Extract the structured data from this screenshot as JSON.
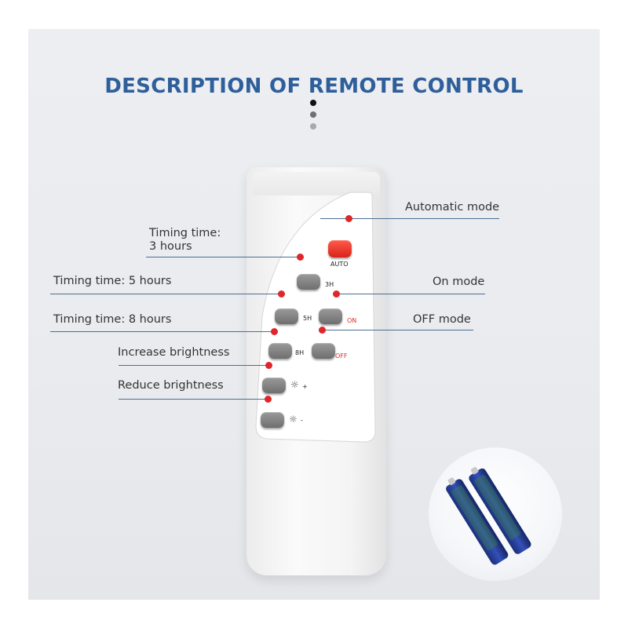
{
  "title": "DESCRIPTION OF REMOTE CONTROL",
  "pager_dots": [
    "#111111",
    "#707070",
    "#a8a8a8"
  ],
  "colors": {
    "title": "#2f5f9a",
    "marker": "#e0262a",
    "leader_line": "#4a6f93",
    "auto_button": "#e8352a"
  },
  "remote_labels": {
    "auto": "AUTO",
    "h3": "3H",
    "h5": "5H",
    "h8": "8H",
    "on": "ON",
    "off": "OFF",
    "bright_up": "+",
    "bright_down": "-"
  },
  "icons": {
    "brightness": "sun-icon"
  },
  "callouts": {
    "automatic_mode": "Automatic mode",
    "timing_3h_line1": "Timing time:",
    "timing_3h_line2": "3 hours",
    "timing_5h": "Timing time: 5 hours",
    "on_mode": "On mode",
    "timing_8h": "Timing time: 8 hours",
    "off_mode": "OFF mode",
    "increase_brightness": "Increase brightness",
    "reduce_brightness": "Reduce brightness"
  }
}
